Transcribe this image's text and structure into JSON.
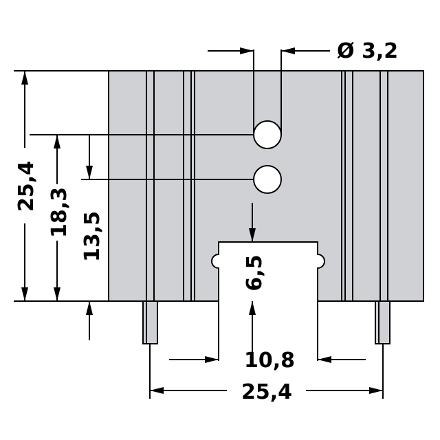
{
  "colors": {
    "background": "#ffffff",
    "body_fill": "#cfd1d4",
    "line": "#000000"
  },
  "dimensions": {
    "hole_diameter": "Ø 3,2",
    "overall_height": "25,4",
    "upper_hole_height": "18,3",
    "lower_hole_height": "13,5",
    "slot_height": "6,5",
    "slot_width": "10,8",
    "pin_spacing": "25,4"
  }
}
